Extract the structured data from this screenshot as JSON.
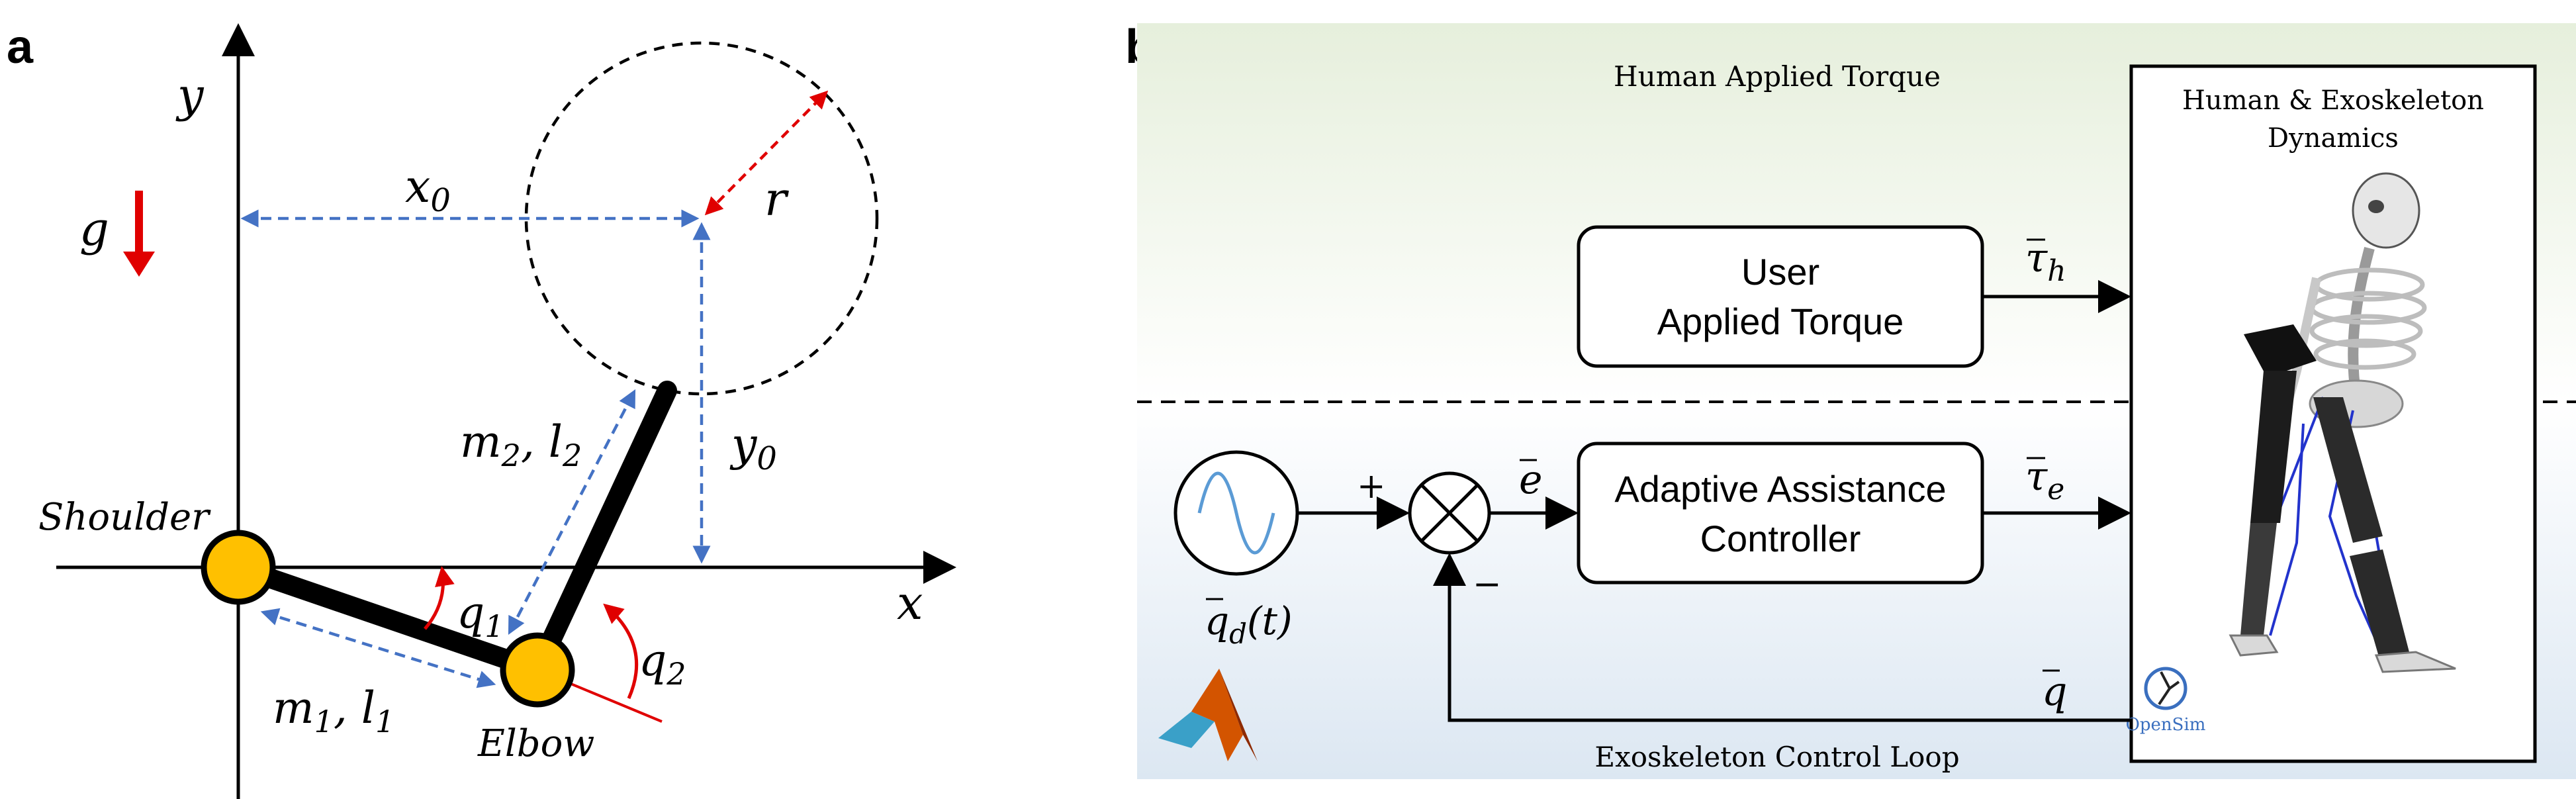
{
  "colors": {
    "joint_fill": "#ffc000",
    "gravity_arrow": "#e00000",
    "dimension_line": "#4472c4",
    "radius_line": "#e00000",
    "angle_arc": "#e00000",
    "sine_wave": "#5b9bd5",
    "top_band": "#e8f1e0",
    "bottom_band": "#dfe9f3"
  },
  "panel_a": {
    "label": "a",
    "axis_y": "y",
    "axis_x": "x",
    "gravity": "g",
    "x0": {
      "var": "x",
      "sub": "0"
    },
    "y0": {
      "var": "y",
      "sub": "0"
    },
    "radius": "r",
    "shoulder": "Shoulder",
    "elbow": "Elbow",
    "link1": {
      "m": "m",
      "msub": "1",
      "l": "l",
      "lsub": "1",
      "sep": ", "
    },
    "link2": {
      "m": "m",
      "msub": "2",
      "l": "l",
      "lsub": "2",
      "sep": ", "
    },
    "q1": {
      "var": "q",
      "sub": "1"
    },
    "q2": {
      "var": "q",
      "sub": "2"
    }
  },
  "panel_b": {
    "label": "b",
    "top_band_title": "Human Applied Torque",
    "bottom_band_title": "Exoskeleton Control Loop",
    "dynamics_title_line1": "Human & Exoskeleton",
    "dynamics_title_line2": "Dynamics",
    "user_block": {
      "line1": "User",
      "line2": "Applied Torque"
    },
    "controller_block": {
      "line1": "Adaptive Assistance",
      "line2": "Controller"
    },
    "tau_h": {
      "var": "τ",
      "sub": "h"
    },
    "tau_e": {
      "var": "τ",
      "sub": "e"
    },
    "error": {
      "var": "e"
    },
    "q_feedback": {
      "var": "q"
    },
    "qd": {
      "var": "q",
      "sub": "d",
      "arg": "(t)"
    },
    "plus": "+",
    "minus": "−",
    "opensim_logo_text": "OpenSim"
  }
}
